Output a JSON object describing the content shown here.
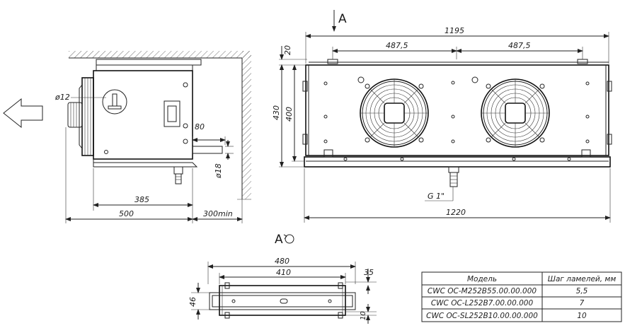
{
  "view_label_a": "A",
  "view_a_rotated": "A",
  "side_view": {
    "dim_phi12": "ø12",
    "dim_80": "80",
    "dim_phi18": "ø18",
    "dim_385": "385",
    "dim_500": "500",
    "dim_300min": "300min"
  },
  "front_view": {
    "dim_1195": "1195",
    "dim_487_left": "487,5",
    "dim_487_right": "487,5",
    "dim_20": "20",
    "dim_430": "430",
    "dim_400": "400",
    "dim_g1": "G 1\"",
    "dim_1220": "1220"
  },
  "bottom_view": {
    "dim_480": "480",
    "dim_410": "410",
    "dim_35": "35",
    "dim_46": "46",
    "dim_10": "10"
  },
  "table": {
    "headers": [
      "Модель",
      "Шаг ламелей, мм"
    ],
    "rows": [
      [
        "CWC OC-M252B55.00.00.000",
        "5,5"
      ],
      [
        "CWC OC-L252B7.00.00.000",
        "7"
      ],
      [
        "CWC OC-SL252B10.00.00.000",
        "10"
      ]
    ]
  }
}
